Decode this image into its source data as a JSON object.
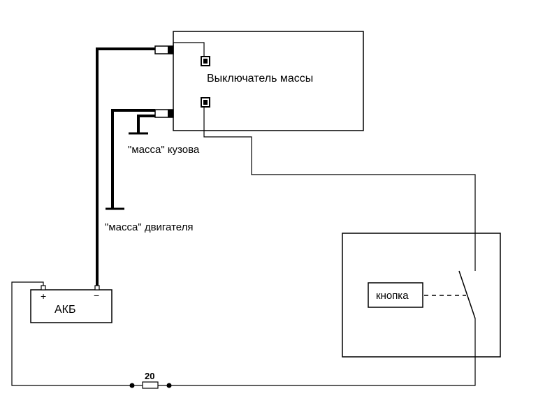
{
  "labels": {
    "switch": "Выключатель массы",
    "body_ground": "\"масса\" кузова",
    "engine_ground": "\"масса\" двигателя",
    "battery": "АКБ",
    "battery_plus": "+",
    "battery_minus": "−",
    "button": "кнопка",
    "fuse": "20"
  }
}
